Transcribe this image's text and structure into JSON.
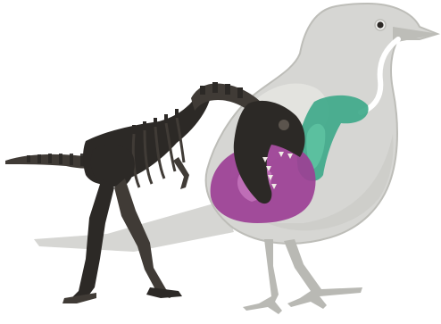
{
  "scene": {
    "subject_bird": "bird-silhouette",
    "subject_skeleton": "dinosaur-skeleton",
    "organs": [
      "air-sac-green",
      "air-sac-purple"
    ]
  },
  "colors": {
    "background": "#ffffff",
    "bird_body": "#d6d6d3",
    "bird_outline": "#bdbdb8",
    "bird_belly": "#c8c8c4",
    "bird_wing_highlight": "#e6e6e2",
    "bird_legs": "#b9b9b4",
    "airway": "#ffffff",
    "airsac_green": "#3fa98a",
    "airsac_green_light": "#63c7a5",
    "airsac_purple": "#9c3f95",
    "airsac_purple_light": "#c97ac0",
    "bone_dark": "#2c2926",
    "bone_mid": "#403b36",
    "bone_light": "#5b544d"
  }
}
